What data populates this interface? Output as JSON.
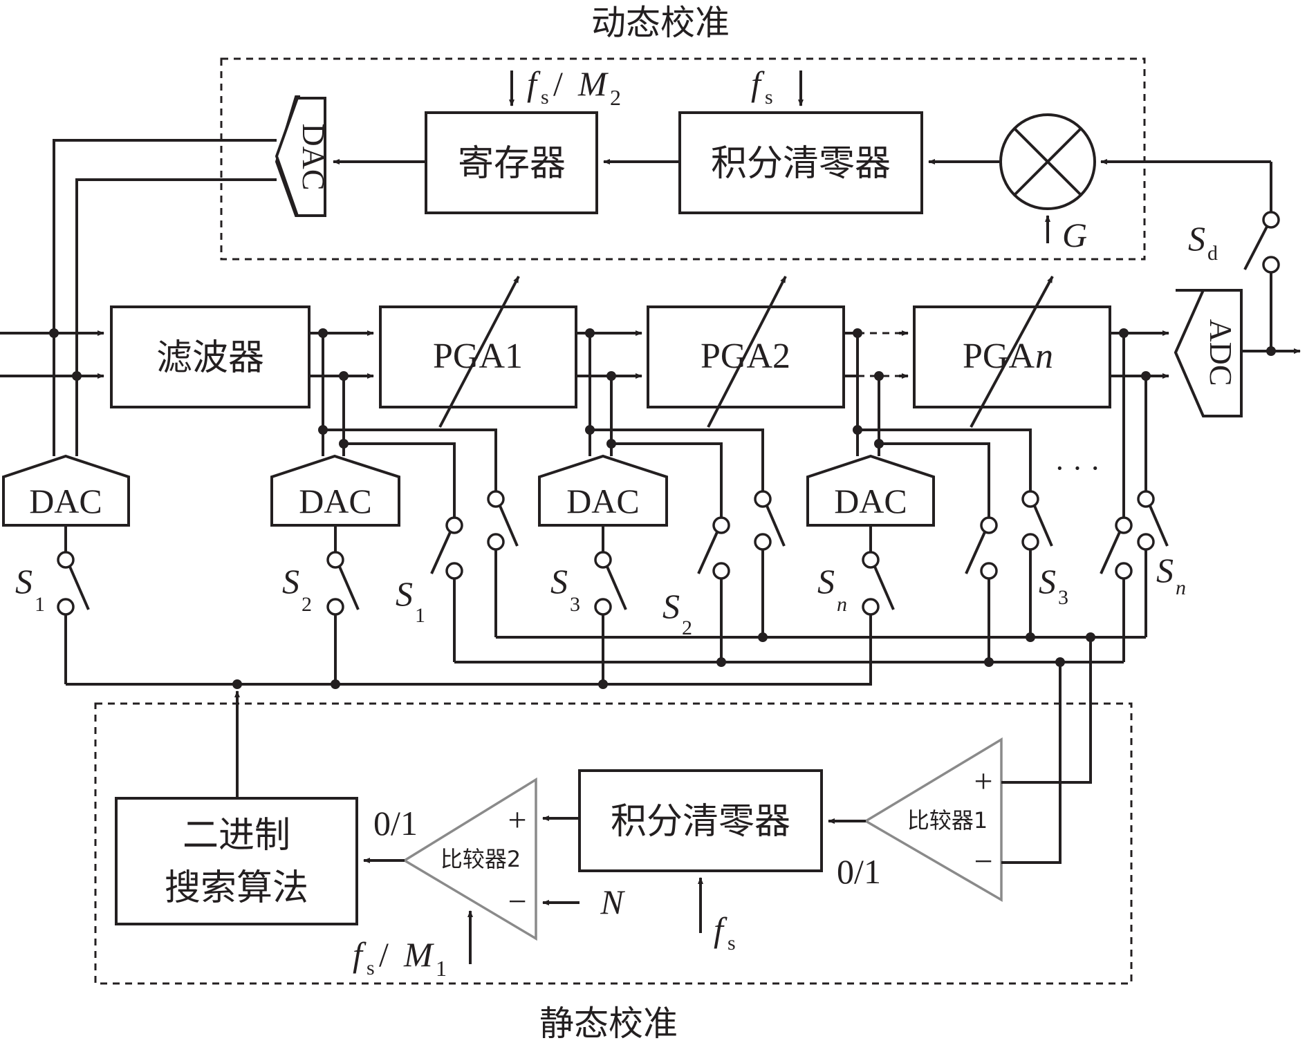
{
  "regions": {
    "dynamic_title": "动态校准",
    "static_title": "静态校准"
  },
  "blocks": {
    "filter": "滤波器",
    "pga1": "PGA1",
    "pga2": "PGA2",
    "pgan_prefix": "PGA",
    "pgan_var": "n",
    "register": "寄存器",
    "integrator_dynamic": "积分清零器",
    "integrator_static": "积分清零器",
    "adc": "ADC",
    "dac": "DAC",
    "binary_search_line1": "二进制",
    "binary_search_line2": "搜索算法",
    "comparator1": "比较器1",
    "comparator2": "比较器2",
    "multiplier_symbol": "×"
  },
  "signals": {
    "gain": "G",
    "fs": "f",
    "fs_sub": "s",
    "M1": "M",
    "M1_sub": "1",
    "M2": "M",
    "M2_sub": "2",
    "slash": "/",
    "N": "N",
    "binary_out1": "0/1",
    "binary_out2": "0/1",
    "plus": "+",
    "minus": "−",
    "ellipsis": "· · ·"
  },
  "switches": {
    "letter": "S",
    "sd_sub": "d",
    "s1_sub": "1",
    "s2_sub": "2",
    "s3_sub": "3",
    "sn_sub": "n"
  }
}
